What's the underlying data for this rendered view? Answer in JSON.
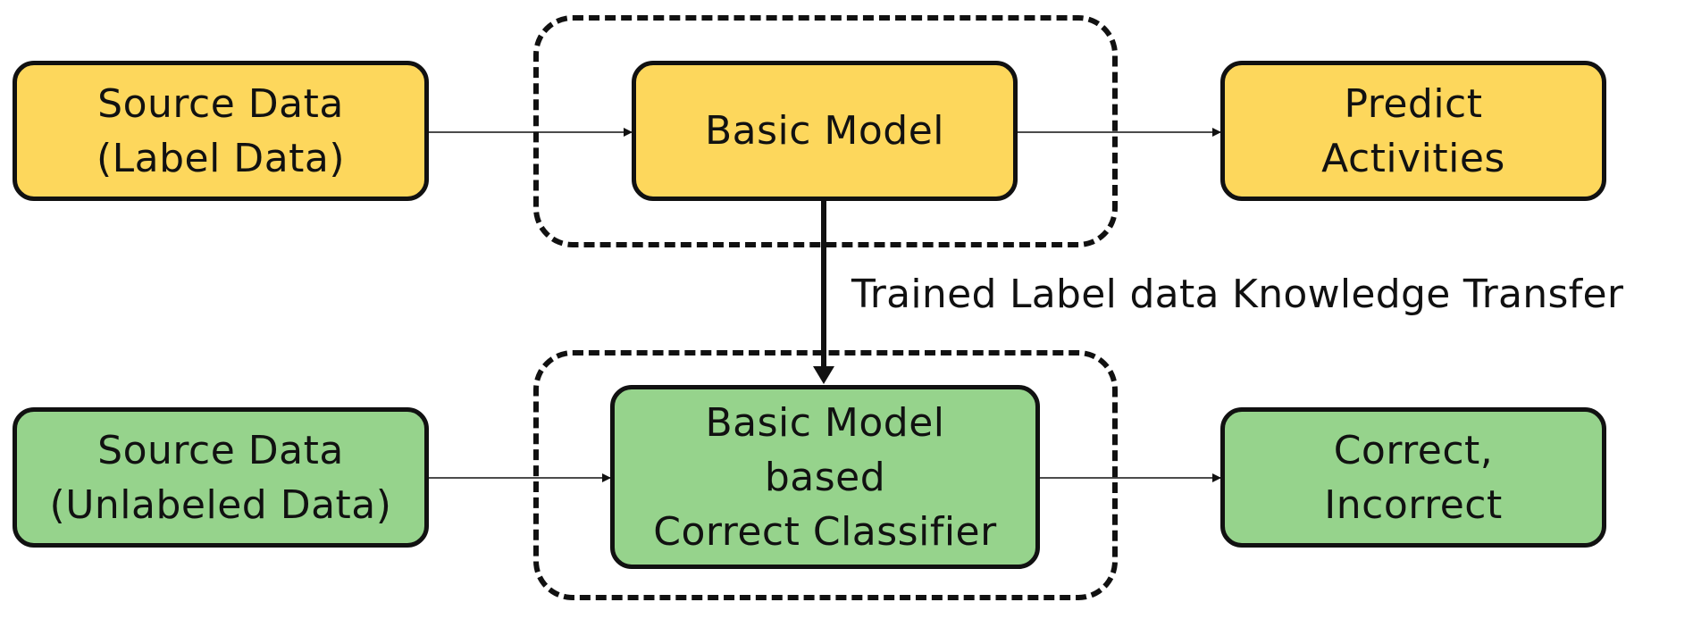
{
  "nodes": {
    "source_label": {
      "lines": [
        "Source Data",
        "(Label Data)"
      ],
      "color": "#FDD75C"
    },
    "basic_model": {
      "lines": [
        "Basic Model"
      ],
      "color": "#FDD75C"
    },
    "predict": {
      "lines": [
        "Predict",
        "Activities"
      ],
      "color": "#FDD75C"
    },
    "source_unlabeled": {
      "lines": [
        "Source Data",
        "(Unlabeled Data)"
      ],
      "color": "#96D38C"
    },
    "classifier": {
      "lines": [
        "Basic Model",
        "based",
        "Correct Classifier"
      ],
      "color": "#96D38C"
    },
    "correct": {
      "lines": [
        "Correct,",
        "Incorrect"
      ],
      "color": "#96D38C"
    }
  },
  "edges": {
    "transfer_label": "Trained Label data Knowledge Transfer"
  }
}
